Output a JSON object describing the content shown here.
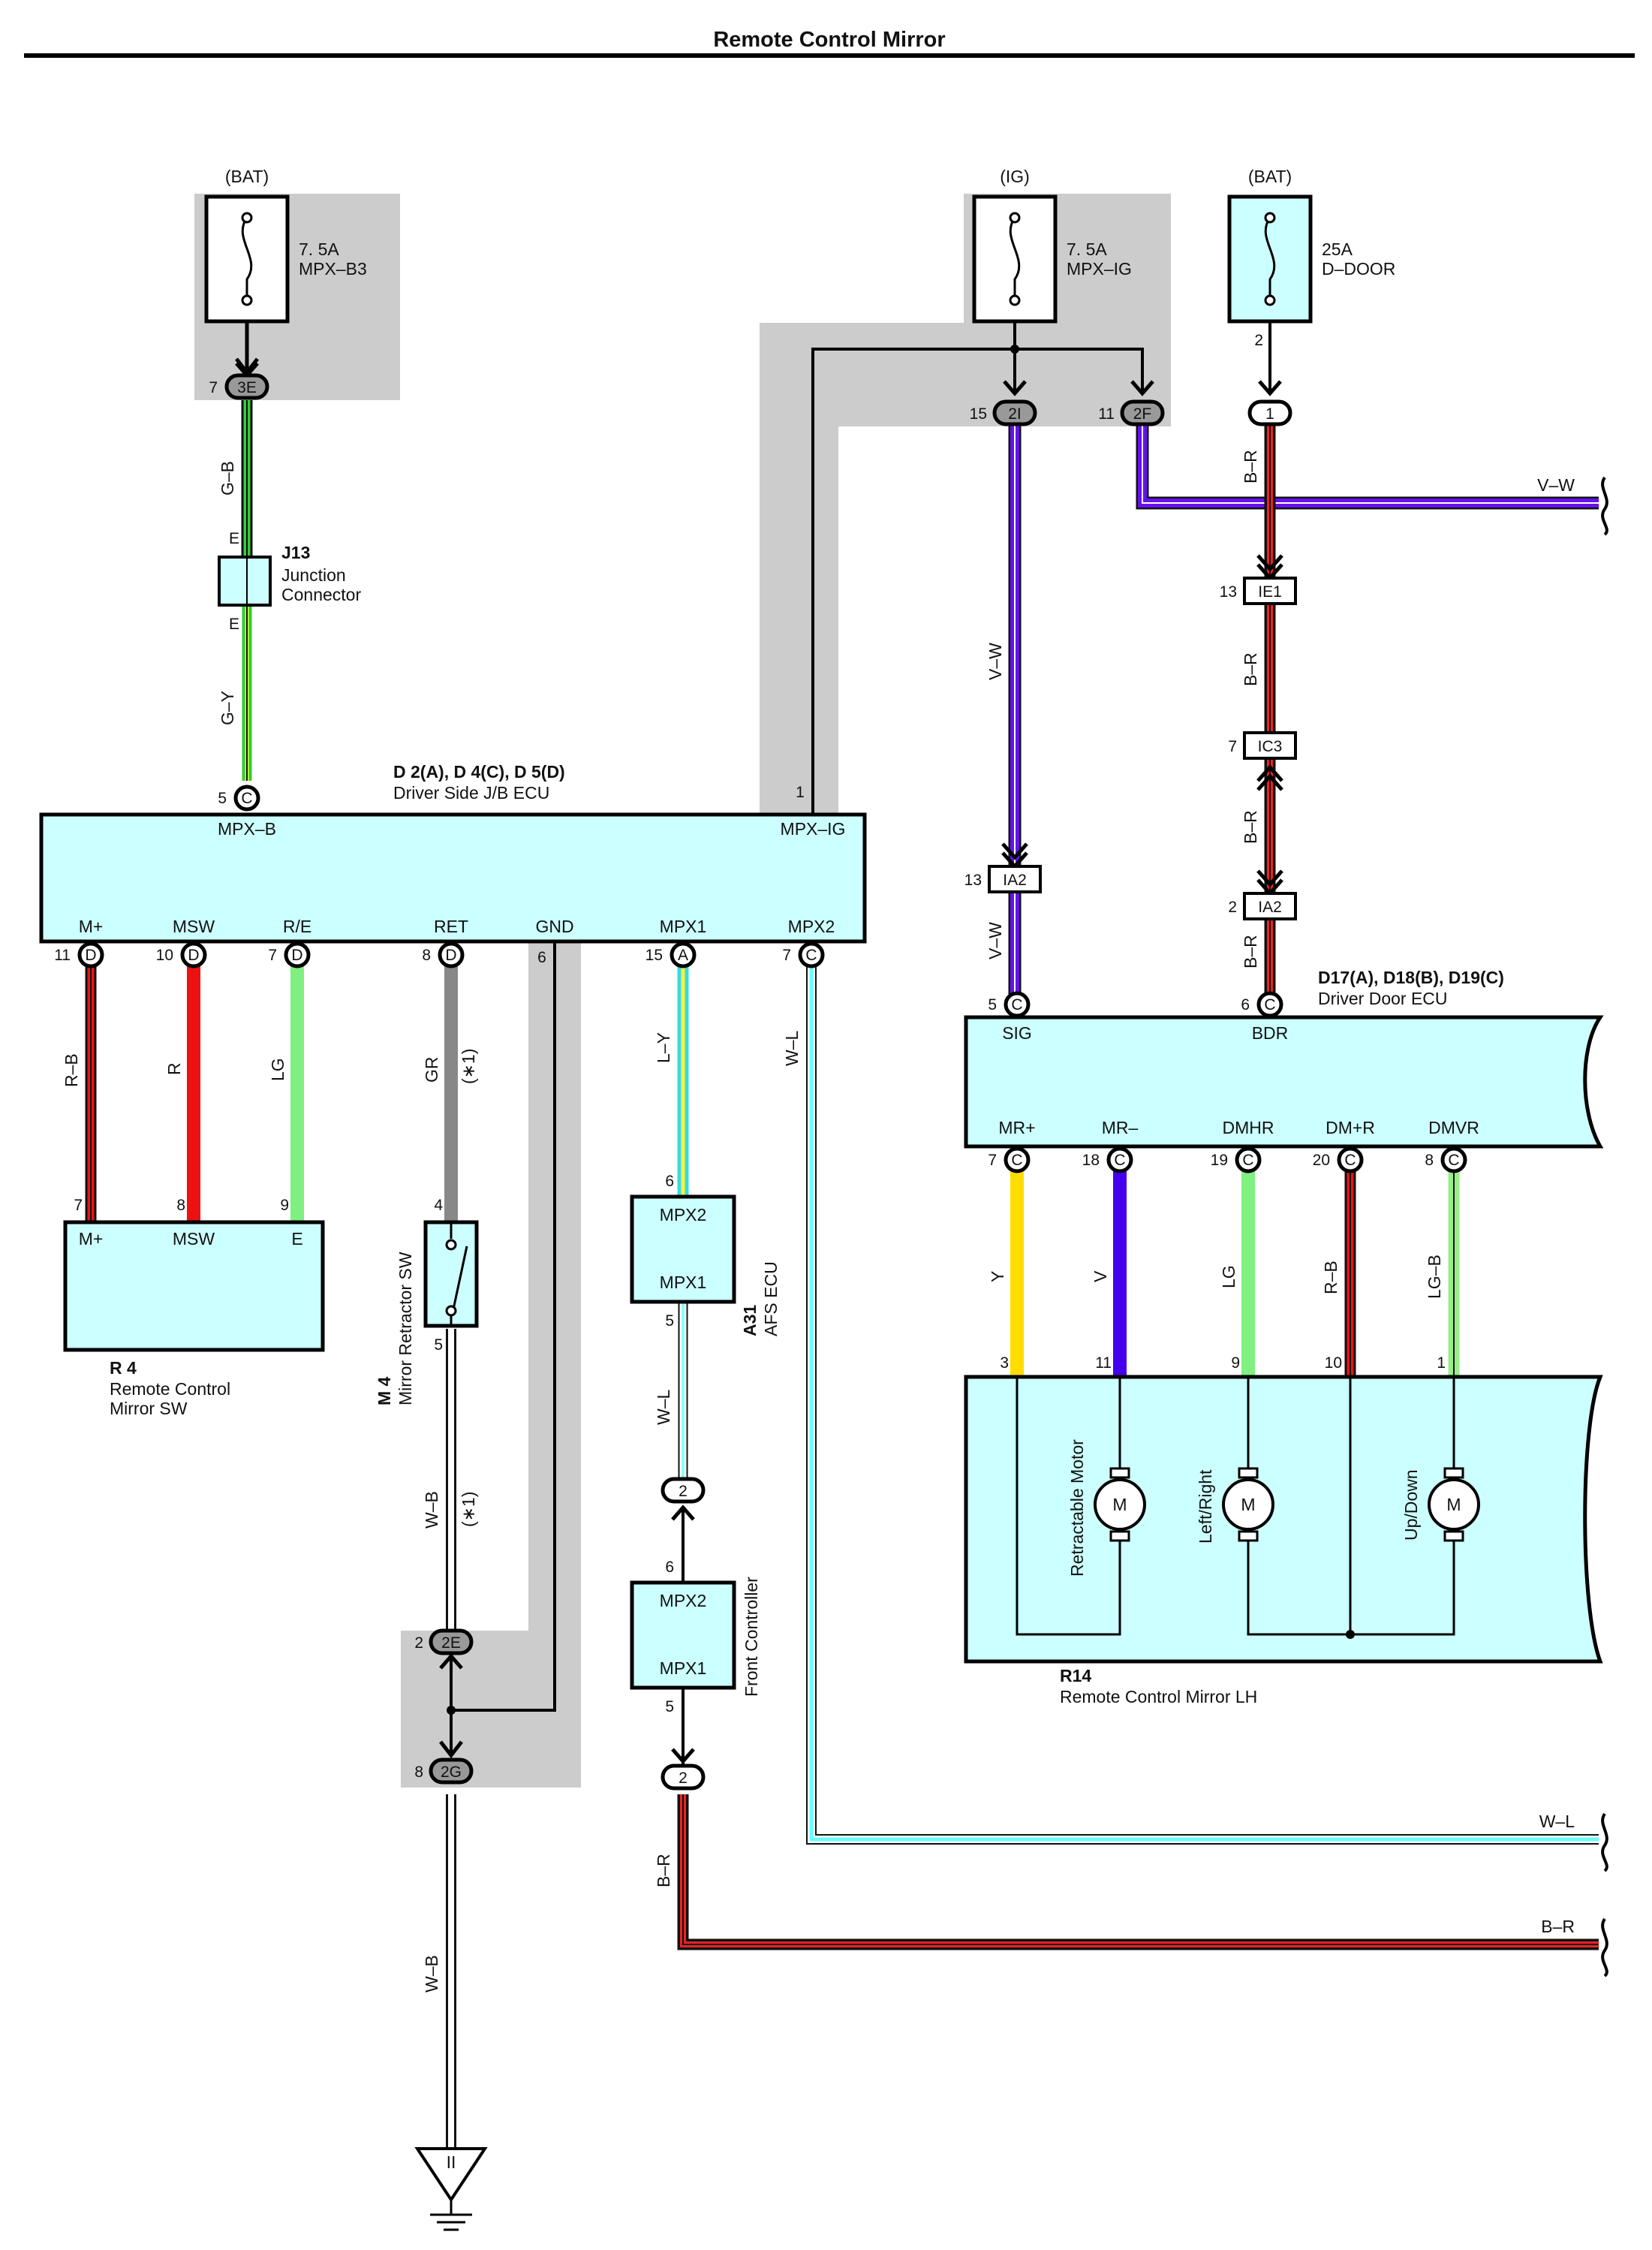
{
  "title": "Remote Control Mirror",
  "colors": {
    "ecu_fill": "#ccffff",
    "shade": "#cccccc",
    "G-B": "#33cc33",
    "G-Y": "#b8e84a",
    "R-B": "#ee1111",
    "R": "#ee1111",
    "LG": "#80f080",
    "GR": "#888888",
    "L-Y": "#33dddd",
    "W-L": "#88ffff",
    "V-W": "#6611ee",
    "B-R": "#ee2222",
    "Y": "#ffdd00",
    "V": "#4400ee",
    "LG-B": "#99ee88"
  },
  "fuses": [
    {
      "source": "(BAT)",
      "rating": "7. 5A",
      "name": "MPX–B3"
    },
    {
      "source": "(IG)",
      "rating": "7. 5A",
      "name": "MPX–IG"
    },
    {
      "source": "(BAT)",
      "rating": "25A",
      "name": "D–DOOR"
    }
  ],
  "connectors": {
    "c3E": {
      "label": "3E",
      "pin": "7"
    },
    "c2I": {
      "label": "2I",
      "pin": "15"
    },
    "c2F": {
      "label": "2F",
      "pin": "11"
    },
    "c1": {
      "label": "1",
      "pin": "2"
    },
    "cIE1": {
      "label": "IE1",
      "pin": "13"
    },
    "cIC3": {
      "label": "IC3",
      "pin": "7"
    },
    "cIA2a": {
      "label": "IA2",
      "pin": "13"
    },
    "cIA2b": {
      "label": "IA2",
      "pin": "2"
    },
    "c2E": {
      "label": "2E",
      "pin": "2"
    },
    "c2G": {
      "label": "2G",
      "pin": "8"
    },
    "cFC_top": {
      "label": "2"
    },
    "cFC_bot": {
      "label": "2"
    }
  },
  "j13": {
    "id": "J13",
    "line1": "Junction",
    "line2": "Connector",
    "pin_top": "E",
    "pin_bot": "E"
  },
  "ecu_jb": {
    "title": "D 2(A), D 4(C), D 5(D)",
    "subtitle": "Driver Side J/B ECU",
    "top_terminals": [
      {
        "name": "MPX–B",
        "pin": "5",
        "conn": "C"
      },
      {
        "name": "MPX–IG",
        "pin": "1",
        "conn": ""
      }
    ],
    "bottom_terminals": [
      {
        "name": "M+",
        "pin": "11",
        "conn": "D"
      },
      {
        "name": "MSW",
        "pin": "10",
        "conn": "D"
      },
      {
        "name": "R/E",
        "pin": "7",
        "conn": "D"
      },
      {
        "name": "RET",
        "pin": "8",
        "conn": "D"
      },
      {
        "name": "GND",
        "pin": "6",
        "conn": ""
      },
      {
        "name": "MPX1",
        "pin": "15",
        "conn": "A"
      },
      {
        "name": "MPX2",
        "pin": "7",
        "conn": "C"
      }
    ]
  },
  "mirror_sw": {
    "id": "R 4",
    "line1": "Remote Control",
    "line2": "Mirror SW",
    "terminals": [
      {
        "name": "M+",
        "pin": "7"
      },
      {
        "name": "MSW",
        "pin": "8"
      },
      {
        "name": "E",
        "pin": "9"
      }
    ]
  },
  "retractor_sw": {
    "id": "M 4",
    "name": "Mirror Retractor SW",
    "pin_top": "4",
    "pin_bot": "5",
    "note": "(∗1)"
  },
  "afs_ecu": {
    "id": "A31",
    "name": "AFS ECU",
    "top": "MPX2",
    "bottom": "MPX1",
    "pin_top": "6",
    "pin_bot": "5"
  },
  "front_ctrl": {
    "name": "Front Controller",
    "top": "MPX2",
    "bottom": "MPX1",
    "pin_top": "6",
    "pin_bot": "5"
  },
  "ecu_door": {
    "title": "D17(A), D18(B), D19(C)",
    "subtitle": "Driver Door ECU",
    "top_terminals": [
      {
        "name": "SIG",
        "pin": "5",
        "conn": "C"
      },
      {
        "name": "BDR",
        "pin": "6",
        "conn": "C"
      }
    ],
    "bottom_terminals": [
      {
        "name": "MR+",
        "pin": "7",
        "conn": "C"
      },
      {
        "name": "MR–",
        "pin": "18",
        "conn": "C"
      },
      {
        "name": "DMHR",
        "pin": "19",
        "conn": "C"
      },
      {
        "name": "DM+R",
        "pin": "20",
        "conn": "C"
      },
      {
        "name": "DMVR",
        "pin": "8",
        "conn": "C"
      }
    ]
  },
  "mirror_lh": {
    "id": "R14",
    "name": "Remote Control Mirror LH",
    "pins": [
      "3",
      "11",
      "9",
      "10",
      "1"
    ],
    "motors": [
      {
        "name": "Retractable Motor",
        "symbol": "M"
      },
      {
        "name": "Left/Right",
        "symbol": "M"
      },
      {
        "name": "Up/Down",
        "symbol": "M"
      }
    ]
  },
  "wires": {
    "gb": "G–B",
    "gy": "G–Y",
    "rb": "R–B",
    "r": "R",
    "lg": "LG",
    "gr": "GR",
    "note1": "(∗1)",
    "ly": "L–Y",
    "wl": "W–L",
    "vw": "V–W",
    "br": "B–R",
    "wb": "W–B",
    "y": "Y",
    "v": "V",
    "lgb": "LG–B",
    "note2": "(∗1)",
    "wb2": "W–B"
  },
  "edge_labels": {
    "vw": "V–W",
    "wl": "W–L",
    "br": "B–R"
  },
  "ground": {
    "label": "II"
  }
}
